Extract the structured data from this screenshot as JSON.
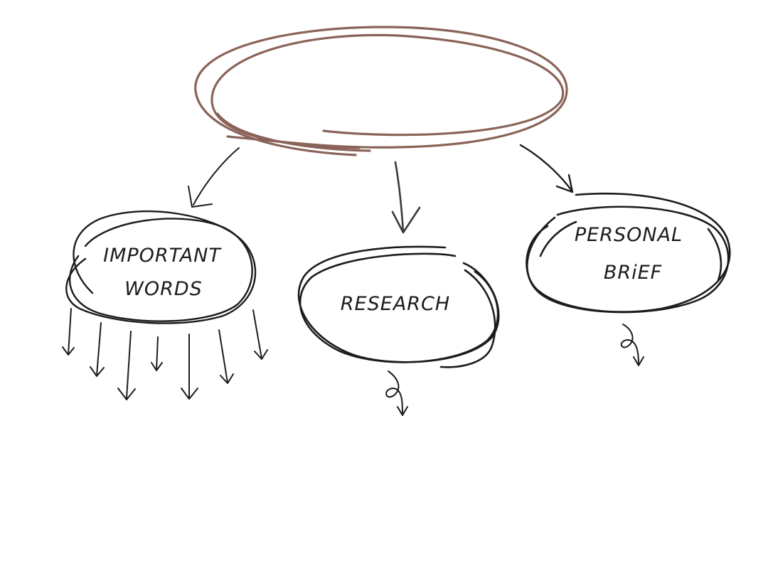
{
  "diagram": {
    "colors": {
      "ink": "#1c1c1c",
      "root_ring": "#8a6358",
      "background": "#ffffff"
    },
    "root": {
      "label": ""
    },
    "nodes": [
      {
        "id": "important-words",
        "lines": [
          "IMPORTANT",
          "WORDS"
        ]
      },
      {
        "id": "research",
        "lines": [
          "RESEARCH"
        ]
      },
      {
        "id": "personal-brief",
        "lines": [
          "PERSONAL",
          "BRiEF"
        ]
      }
    ]
  }
}
